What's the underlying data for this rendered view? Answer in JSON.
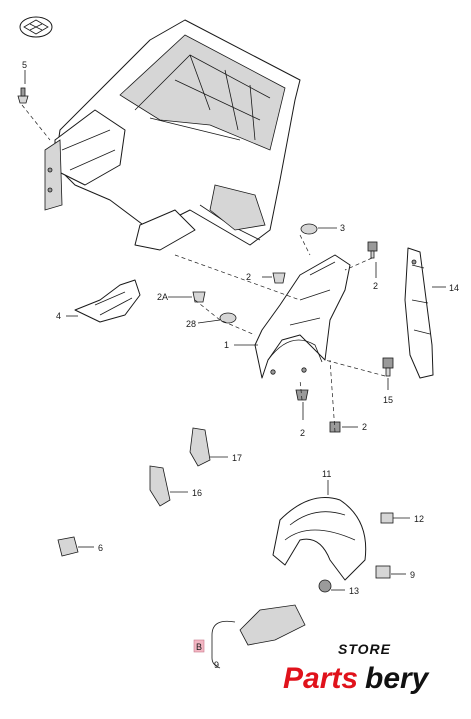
{
  "callouts": {
    "c5": "5",
    "c3": "3",
    "c2_a": "2",
    "c2_b": "2",
    "c14": "14",
    "c2a": "2A",
    "c4": "4",
    "c28": "28",
    "c1": "1",
    "c15": "15",
    "c2_c": "2",
    "c2_d": "2",
    "c17": "17",
    "c16": "16",
    "c11": "11",
    "c12": "12",
    "c6": "6",
    "c9_a": "9",
    "c13": "13",
    "cB": "B",
    "c9_b": "9"
  },
  "watermark": {
    "store": "STORE",
    "brand_a": "Parts",
    "brand_b": "bery",
    "brand_a_color": "#e0121b",
    "brand_b_color": "#111111"
  }
}
